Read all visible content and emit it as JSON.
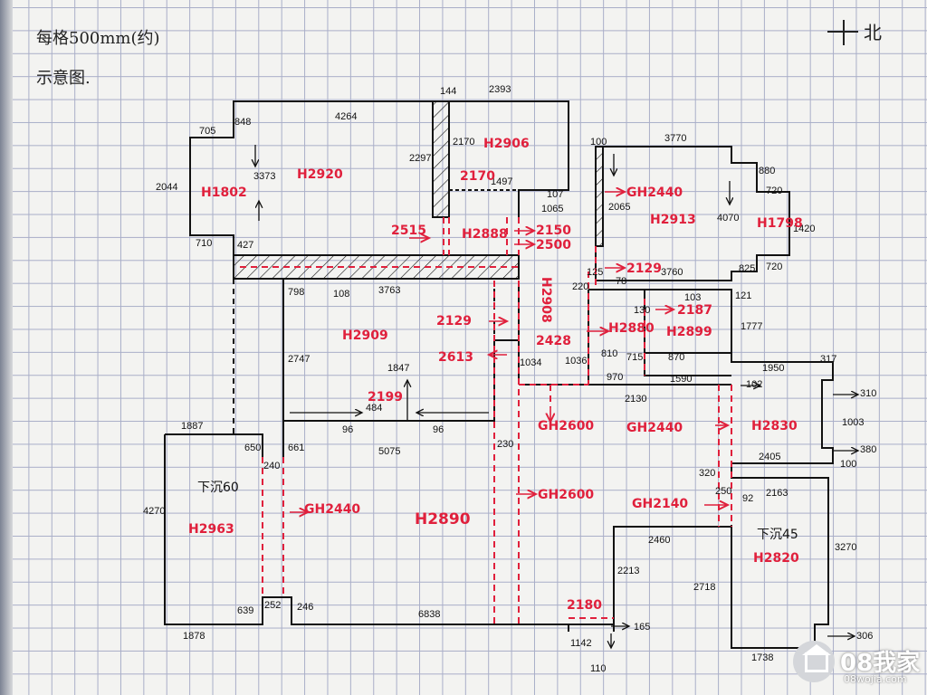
{
  "header": {
    "title": "每格500mm(约)",
    "subtitle": "示意图.",
    "north": "北"
  },
  "dims": {
    "d144": "144",
    "d2393": "2393",
    "d4264": "4264",
    "d705": "705",
    "d848": "848",
    "d2044": "2044",
    "d3373": "3373",
    "d710": "710",
    "d427": "427",
    "d2297": "2297",
    "d2170": "2170",
    "d1497": "1497",
    "d107": "107",
    "d1065": "1065",
    "d2065": "2065",
    "d100": "100",
    "d3770": "3770",
    "d880": "880",
    "d720a": "720",
    "d3760": "3760",
    "d4070": "4070",
    "d1420": "1420",
    "d825": "825",
    "d720b": "720",
    "d125": "125",
    "d78": "78",
    "d220": "220",
    "d798": "798",
    "d108": "108",
    "d3763": "3763",
    "d2747": "2747",
    "d1847": "1847",
    "d4841": "484",
    "d96a": "96",
    "d96b": "96",
    "d1887": "1887",
    "d650": "650",
    "d661": "661",
    "d5075": "5075",
    "d240": "240",
    "d230": "230",
    "d1034": "1034",
    "d1036": "1036",
    "d810": "810",
    "d970": "970",
    "d2130": "2130",
    "d1590": "1590",
    "d870": "870",
    "d715": "715",
    "d103": "103",
    "d121": "121",
    "d1777": "1777",
    "d1950": "1950",
    "d317": "317",
    "d310": "310",
    "d102": "102",
    "d1003": "1003",
    "d2405": "2405",
    "d380": "380",
    "d100b": "100",
    "d320": "320",
    "d250": "250",
    "d92": "92",
    "d2163": "2163",
    "d4270": "4270",
    "d3270": "3270",
    "d2460": "2460",
    "d2213": "2213",
    "d2718": "2718",
    "d639": "639",
    "d252": "252",
    "d246": "246",
    "d6838": "6838",
    "d1878": "1878",
    "d1142": "1142",
    "d165": "165",
    "d110": "110",
    "d1738": "1738",
    "d306": "306",
    "d130": "130"
  },
  "labels": {
    "h1802": "H1802",
    "h2920": "H2920",
    "h2906": "H2906",
    "gh2440a": "GH2440",
    "h2913": "H2913",
    "h1798": "H1798",
    "v2515": "2515",
    "h2888": "H2888",
    "v2150": "2150",
    "v2500": "2500",
    "v2129a": "2129",
    "h2909": "H2909",
    "v2129b": "2129",
    "v2613": "2613",
    "h2880": "H2880",
    "v2428": "2428",
    "h2908": "H2908",
    "v2187": "2187",
    "h2899": "H2899",
    "v2170": "2170",
    "v2199": "2199",
    "gh2600a": "GH2600",
    "gh2440b": "GH2440",
    "h2830": "H2830",
    "xia2660": "下沉60",
    "h2963": "H2963",
    "gh2440c": "GH2440",
    "h2890": "H2890",
    "gh2600b": "GH2600",
    "gh2140": "GH2140",
    "xia45": "下沉45",
    "h2820": "H2820",
    "v2180": "2180"
  },
  "watermark": {
    "brand": "08我家",
    "url": "08wojia.com"
  },
  "colors": {
    "ink": "#111111",
    "red": "#e0203c",
    "grid": "#a9aec8",
    "paper": "#f3f3f1"
  }
}
